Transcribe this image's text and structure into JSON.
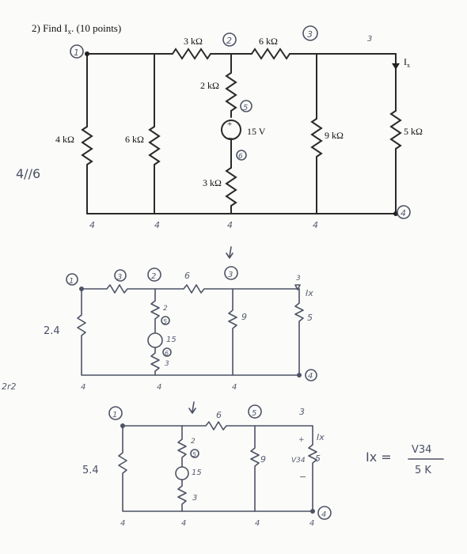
{
  "problem": {
    "heading": "2) Find I",
    "heading_sub": "x",
    "heading_points": ". (10 points)"
  },
  "printed_circuit": {
    "resistor_labels": {
      "r_3k": "3 kΩ",
      "r_6k_top": "6 kΩ",
      "r_2k": "2 kΩ",
      "r_4k": "4 kΩ",
      "r_6k_left": "6 kΩ",
      "r_9k": "9 kΩ",
      "r_5k": "5 kΩ",
      "r_3k_bottom": "3 kΩ"
    },
    "source_label": "15 V",
    "current_label": "I",
    "current_sub": "x",
    "plus_sign": "+",
    "minus_sign": "−"
  },
  "handwriting": {
    "combine_note": "4//6",
    "node_marks": {
      "n1": "1",
      "n2": "2",
      "n3": "3",
      "n4": "4",
      "n5": "5",
      "n6": "6"
    },
    "bottom_node_labels": [
      "4",
      "4",
      "4",
      "4"
    ],
    "top_node_small": "3",
    "step2": {
      "node_1": "1",
      "node_3_res": "3",
      "node_2": "2",
      "node_6_res": "6",
      "node_3": "3",
      "r_left": "2.4",
      "r_2": "2",
      "n5": "5",
      "r_15": "15",
      "n6": "6",
      "r_3": "3",
      "r_9": "9",
      "r_5": "5",
      "ix": "Ix",
      "node_4": "4",
      "node_3_top": "3",
      "bottom_labels": [
        "4",
        "4",
        "4"
      ]
    },
    "step3": {
      "node_1": "1",
      "r_left": "5.4",
      "r_6": "6",
      "node_5": "5",
      "node_3": "3",
      "r_2": "2",
      "n5": "5",
      "r_15": "15",
      "r_3": "3",
      "r_9": "9",
      "r_5": "5",
      "v34": "V34",
      "ix": "Ix",
      "plus": "+",
      "minus": "−",
      "node_4": "4",
      "bottom_labels": [
        "4",
        "4",
        "4",
        "4"
      ]
    },
    "answer": {
      "lhs": "Ix =",
      "numerator": "V34",
      "denominator": "5 K"
    },
    "margin_mark": "2r2"
  }
}
